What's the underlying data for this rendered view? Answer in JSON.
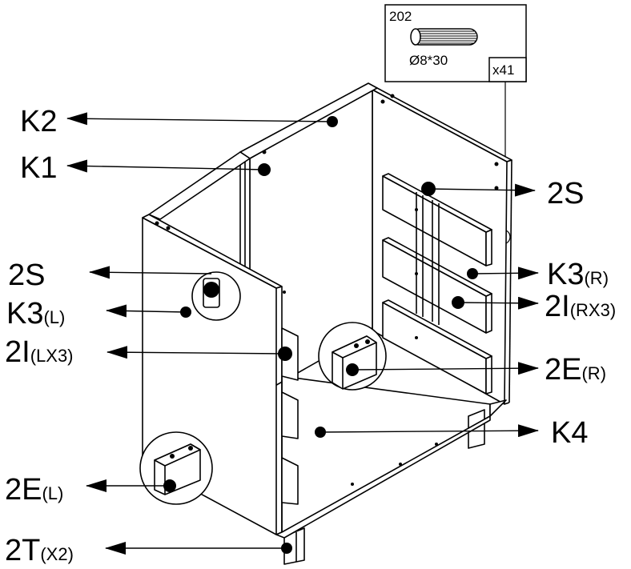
{
  "part_box": {
    "part_number": "202",
    "dimension": "Ø8*30",
    "quantity": "x41",
    "icon": "wooden-dowel-icon"
  },
  "callouts": {
    "k2": "K2",
    "k1": "K1",
    "s2_right": "2S",
    "s2_left": "2S",
    "k3_right": {
      "main": "K3",
      "sub": "(R)"
    },
    "k3_left": {
      "main": "K3",
      "sub": "(L)"
    },
    "i2_right": {
      "main": "2I",
      "sub": "(RX3)"
    },
    "i2_left": {
      "main": "2I",
      "sub": "(LX3)"
    },
    "e2_right": {
      "main": "2E",
      "sub": "(R)"
    },
    "e2_left": {
      "main": "2E",
      "sub": "(L)"
    },
    "k4": "K4",
    "t2": {
      "main": "2T",
      "sub": "(X2)"
    }
  },
  "colors": {
    "ink": "#000000",
    "paper": "#ffffff"
  }
}
